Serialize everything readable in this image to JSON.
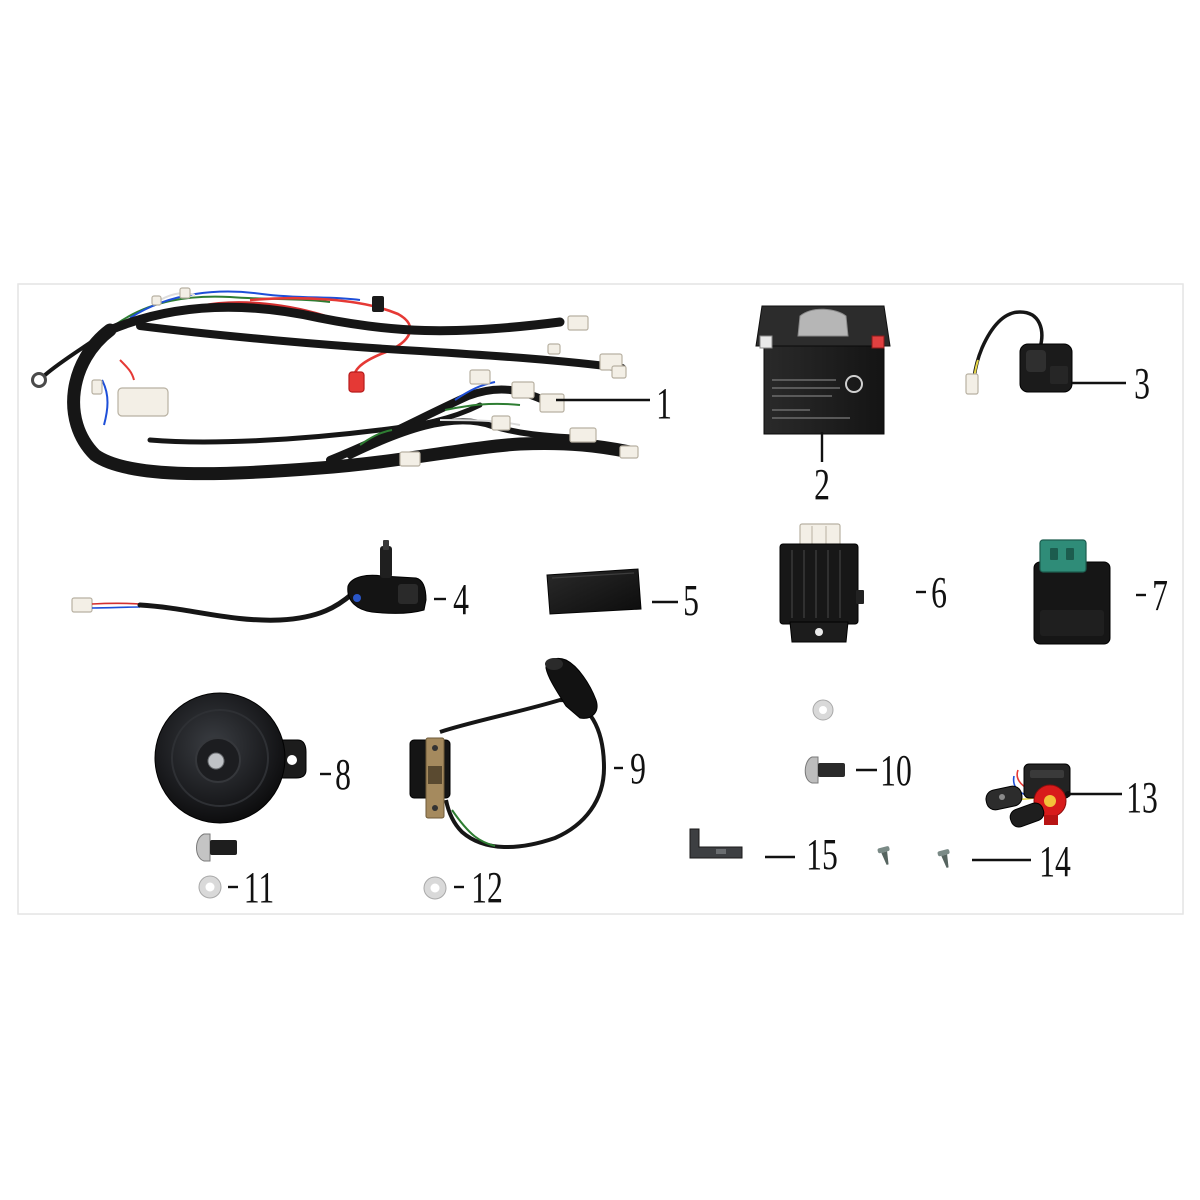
{
  "callouts": [
    "1",
    "2",
    "3",
    "4",
    "5",
    "6",
    "7",
    "8",
    "9",
    "10",
    "11",
    "12",
    "13",
    "14",
    "15"
  ],
  "colors": {
    "background": "#ffffff",
    "frame_border": "#e4e4e4",
    "label": "#111111"
  }
}
